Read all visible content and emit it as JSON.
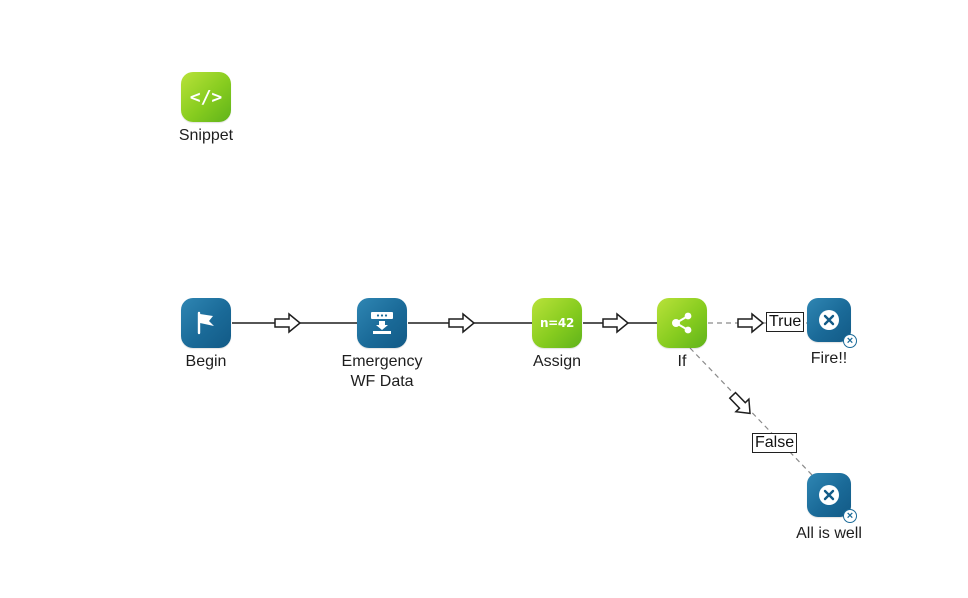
{
  "nodes": {
    "snippet": {
      "label": "Snippet",
      "icon": "code-icon",
      "color": "green"
    },
    "begin": {
      "label": "Begin",
      "icon": "flag-icon",
      "color": "blue"
    },
    "emergency": {
      "label_line1": "Emergency",
      "label_line2": "WF Data",
      "icon": "data-download-icon",
      "color": "blue"
    },
    "assign": {
      "label": "Assign",
      "icon_text": "n=42",
      "color": "green"
    },
    "if": {
      "label": "If",
      "icon": "branch-icon",
      "color": "green"
    },
    "fire": {
      "label": "Fire!!",
      "icon": "terminate-icon",
      "color": "blue"
    },
    "allwell": {
      "label": "All is well",
      "icon": "terminate-icon",
      "color": "blue"
    }
  },
  "edges": {
    "true_label": "True",
    "false_label": "False"
  },
  "colors": {
    "green": "#87cc1f",
    "blue": "#1a6a98",
    "line": "#1e1e1e",
    "dashed": "#8a8a8a"
  }
}
